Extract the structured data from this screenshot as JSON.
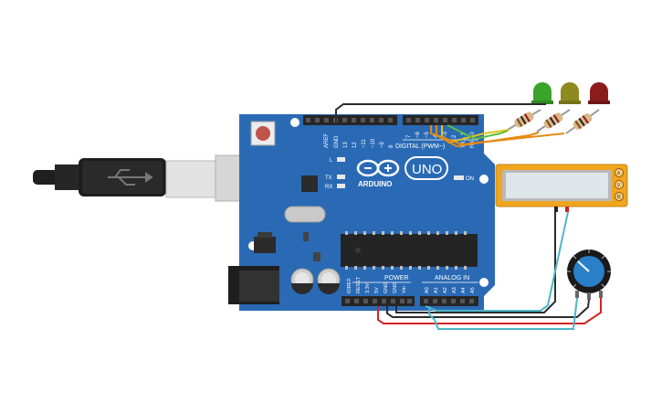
{
  "board": {
    "logo_text": "UNO",
    "brand_text": "ARDUINO",
    "digital_header": "DIGITAL (PWM~)",
    "power_header": "POWER",
    "analog_header": "ANALOG IN",
    "led_l": "L",
    "led_tx": "TX",
    "led_rx": "RX",
    "on_label": "ON",
    "top_pins": [
      "AREF",
      "GND",
      "13",
      "12",
      "~11",
      "~10",
      "~9",
      "8",
      "7",
      "~6",
      "~5",
      "4",
      "~3",
      "2",
      "TX→1",
      "RX←0"
    ],
    "power_pins": [
      "IOREF",
      "RESET",
      "3.3V",
      "5V",
      "GND",
      "GND",
      "Vin"
    ],
    "analog_pins": [
      "A0",
      "A1",
      "A2",
      "A3",
      "A4",
      "A5"
    ]
  },
  "multimeter": {
    "terminals": [
      "A",
      "V",
      "R"
    ]
  },
  "leds": [
    {
      "color": "green",
      "hex": "#3aa32a"
    },
    {
      "color": "yellow",
      "hex": "#8d8a1f"
    },
    {
      "color": "red",
      "hex": "#8c1c1c"
    }
  ],
  "wire_colors": {
    "black": "#2b2b2b",
    "red": "#d42222",
    "cyan": "#4ab7c9",
    "green": "#5cbf3a",
    "yellow": "#e0c41c",
    "orange": "#e48a12"
  }
}
